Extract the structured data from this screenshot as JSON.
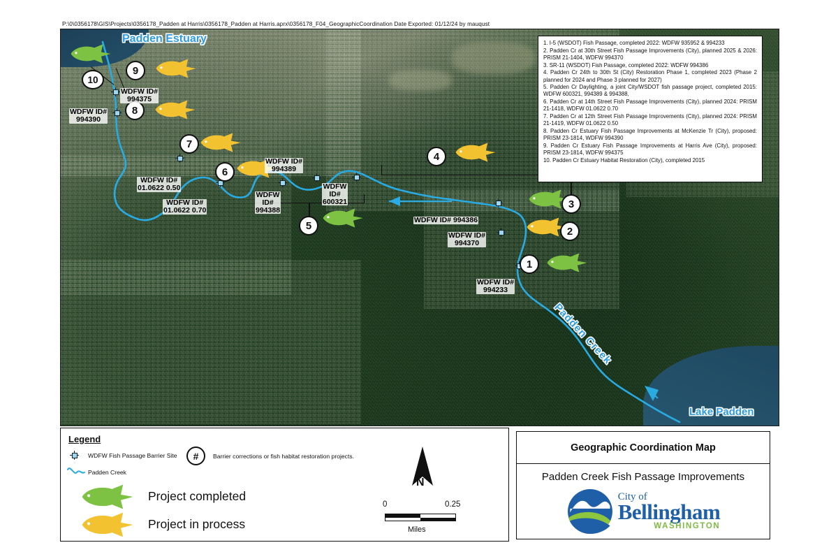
{
  "header": {
    "path": "P:\\0\\0356178\\GIS\\Projects\\0356178_Padden at Harris\\0356178_Padden at Harris.aprx\\0356178_F04_GeographicCoordination   Date Exported: 01/12/24   by mauqust"
  },
  "notes": [
    "1. I-5 (WSDOT) Fish Passage, completed 2022: WDFW 935952 & 994233",
    "2. Padden Cr at 30th Street Fish Passage Improvements (City), planned 2025 & 2026: PRISM 21-1404, WDFW 994370",
    "3. SR-11 (WSDOT) Fish Passage, completed 2022: WDFW 994386",
    "4. Padden Cr 24th to 30th St (City) Restoration Phase 1, completed 2023 (Phase 2 planned for 2024 and Phase 3 planned for 2027)",
    "5. Padden Cr Daylighting, a joint City/WSDOT fish passage project, completed 2015: WDFW 600321, 994389 & 994388,",
    "6. Padden Cr at 14th Street Fish Passage Improvements (City), planned 2024: PRISM 21-1418, WDFW 01.0622 0.70",
    "7. Padden Cr at 12th Street Fish Passage Improvements (City), planned 2024: PRISM 21-1419, WDFW 01.0622 0.50",
    "8. Padden Cr Estuary Fish Passage Improvements at McKenzie Tr (City), proposed: PRISM 23-1814, WDFW 994390",
    "9. Padden Cr Estuary Fish Passage Improvements at Harris Ave (City), proposed: PRISM 23-1814, WDFW 994375",
    "10. Padden Cr Estuary Habitat Restoration (City), completed 2015"
  ],
  "map": {
    "water_labels": {
      "estuary": "Padden\nEstuary",
      "lake": "Lake Padden",
      "creek": "Padden Creek"
    },
    "site_labels": {
      "s994375": "WDFW ID#\n994375",
      "s994390": "WDFW ID#\n994390",
      "s0106220_50": "WDFW ID#\n01.0622 0.50",
      "s0106220_70": "WDFW ID#\n01.0622 0.70",
      "s994389": "WDFW ID#\n994389",
      "s994388": "WDFW\nID#\n994388",
      "s600321": "WDFW\nID#\n600321",
      "s994386": "WDFW ID# 994386",
      "s994370": "WDFW ID#\n994370",
      "s994233": "WDFW ID#\n994233"
    },
    "markers": [
      "1",
      "2",
      "3",
      "4",
      "5",
      "6",
      "7",
      "8",
      "9",
      "10"
    ]
  },
  "legend": {
    "title": "Legend",
    "barrier_site": "WDFW Fish Passage Barrier Site",
    "creek": "Padden Creek",
    "hash_symbol": "#",
    "hash_desc": "Barrier corrections or fish habitat restoration projects.",
    "completed": "Project completed",
    "in_process": "Project in process",
    "colors": {
      "completed_fish": "#7DC242",
      "in_process_fish": "#F2C230",
      "creek": "#29ABE2",
      "barrier_fill": "#9FD6EF"
    }
  },
  "scale": {
    "north": "N",
    "zero": "0",
    "max": "0.25",
    "units": "Miles"
  },
  "title_block": {
    "line1": "Geographic Coordination Map",
    "line2": "Padden Creek Fish Passage Improvements",
    "logo_city": "City of",
    "logo_name": "Bellingham",
    "logo_state": "WASHINGTON"
  }
}
